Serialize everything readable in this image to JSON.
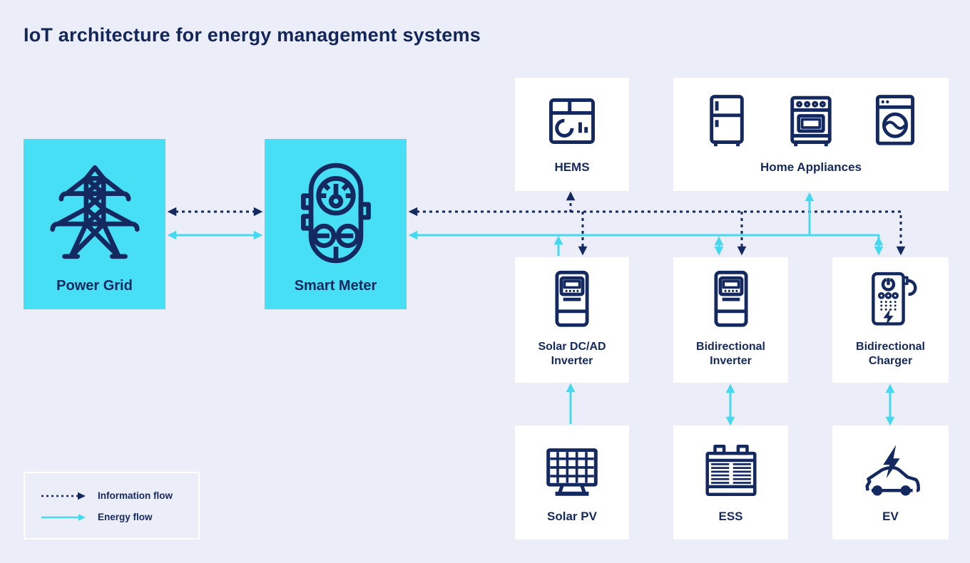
{
  "title": "IoT architecture for energy management systems",
  "colors": {
    "background": "#EBEDF8",
    "node_highlight": "#47DFF6",
    "node_default": "#FFFFFF",
    "text_navy": "#14295F",
    "information_flow": "#14295F",
    "energy_flow": "#44D9F1"
  },
  "nodes": {
    "power_grid": {
      "label": "Power Grid"
    },
    "smart_meter": {
      "label": "Smart Meter"
    },
    "hems": {
      "label": "HEMS"
    },
    "home_appliances": {
      "label": "Home Appliances"
    },
    "solar_inverter": {
      "label": "Solar DC/AD Inverter"
    },
    "bidirectional_inverter": {
      "label": "Bidirectional Inverter"
    },
    "bidirectional_charger": {
      "label": "Bidirectional Charger"
    },
    "solar_pv": {
      "label": "Solar PV"
    },
    "ess": {
      "label": "ESS"
    },
    "ev": {
      "label": "EV"
    }
  },
  "icons": {
    "power_grid": "transmission-tower-icon",
    "smart_meter": "smart-meter-icon",
    "hems": "energy-dashboard-icon",
    "home_appliances": [
      "refrigerator-icon",
      "stove-icon",
      "washing-machine-icon"
    ],
    "solar_inverter": "inverter-icon",
    "bidirectional_inverter": "inverter-icon",
    "bidirectional_charger": "ev-charger-icon",
    "solar_pv": "solar-panel-icon",
    "ess": "battery-icon",
    "ev": "electric-car-icon"
  },
  "legend": {
    "information_flow_label": "Information flow",
    "energy_flow_label": "Energy flow"
  },
  "edges": [
    {
      "type": "information",
      "from": "power_grid",
      "to": "smart_meter",
      "bidirectional": true
    },
    {
      "type": "energy",
      "from": "power_grid",
      "to": "smart_meter",
      "bidirectional": true
    },
    {
      "type": "information",
      "from": "information_bus",
      "to": "smart_meter"
    },
    {
      "type": "information",
      "from": "information_bus",
      "to": "hems"
    },
    {
      "type": "information",
      "from": "information_bus",
      "to": "solar_inverter"
    },
    {
      "type": "information",
      "from": "information_bus",
      "to": "bidirectional_inverter"
    },
    {
      "type": "information",
      "from": "information_bus",
      "to": "bidirectional_charger"
    },
    {
      "type": "energy",
      "from": "energy_bus",
      "to": "smart_meter"
    },
    {
      "type": "energy",
      "from": "solar_inverter",
      "to": "energy_bus"
    },
    {
      "type": "energy",
      "from": "energy_bus",
      "to": "home_appliances"
    },
    {
      "type": "energy",
      "from": "energy_bus",
      "to": "bidirectional_inverter",
      "bidirectional": true
    },
    {
      "type": "energy",
      "from": "energy_bus",
      "to": "bidirectional_charger",
      "bidirectional": true
    },
    {
      "type": "energy",
      "from": "solar_pv",
      "to": "solar_inverter"
    },
    {
      "type": "energy",
      "from": "ess",
      "to": "bidirectional_inverter",
      "bidirectional": true
    },
    {
      "type": "energy",
      "from": "ev",
      "to": "bidirectional_charger",
      "bidirectional": true
    }
  ]
}
